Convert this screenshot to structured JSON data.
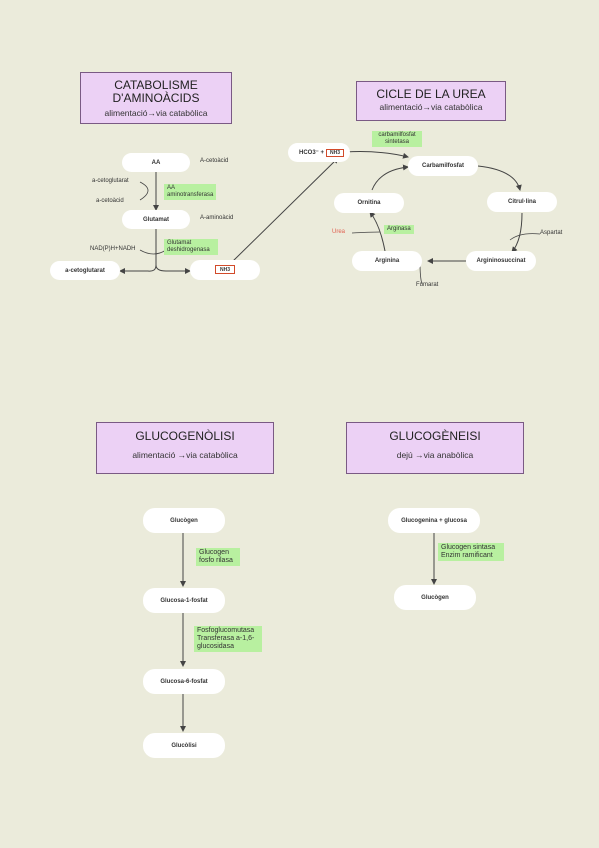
{
  "catabolisme": {
    "title": "CATABOLISME D'AMINOÀCIDS",
    "subtitle": "alimentació→via catabòlica",
    "nodes": {
      "aa": "AA",
      "glutamat": "Glutamat",
      "acetylglut": "a-cetoglutarat",
      "nh3": "NH3"
    },
    "labels": {
      "aketo1": "a-cetoglutarat",
      "aketo2": "a-cetoàcid",
      "aketo_right": "A-cetoàcid",
      "aaminat": "A-aminoàcid",
      "nadh": "NAD(P)H+NADH"
    },
    "enzymes": {
      "transaminase": "AA aminotransferasa",
      "gdh": "Glutamat deshidrogenasa"
    }
  },
  "urea": {
    "title": "CICLE DE LA UREA",
    "subtitle": "alimentació→via catabòlica",
    "nodes": {
      "carbamil": "Carbamilfosfat",
      "citrullina": "Citrul·lina",
      "argsucc": "Argininosuccinat",
      "arginina": "Arginina",
      "ornitina": "Ornitina"
    },
    "labels": {
      "hco3": "HCO3⁻ +",
      "nh3": "NH3",
      "aspartat": "Aspartat",
      "fumarat": "Fumarat",
      "urea": "Urea"
    },
    "enzymes": {
      "cps": "carbamilfosfat sintetasa",
      "arginasa": "Arginasa"
    }
  },
  "glucogenolisi": {
    "title": "GLUCOGENÒLISI",
    "subtitle": "alimentació →via catabòlica",
    "nodes": {
      "glucogen": "Glucògen",
      "g1p": "Glucosa-1-fosfat",
      "g6p": "Glucosa-6-fosfat",
      "glucolisi": "Glucòlisi"
    },
    "enzymes": {
      "fosforilasa": "Glucogen fosfo rilasa",
      "fosfoglucomutasa": "Fosfoglucomutasa Transferasa a-1,6-glucosidasa"
    }
  },
  "glucogeneisi": {
    "title": "GLUCOGÈNEISI",
    "subtitle": "dejú →via anabòlica",
    "nodes": {
      "glucogenina": "Glucogenina + glucosa",
      "glucogen": "Glucògen"
    },
    "enzymes": {
      "sintasa": "Glucogen sintasa Enzim ramificant"
    }
  }
}
